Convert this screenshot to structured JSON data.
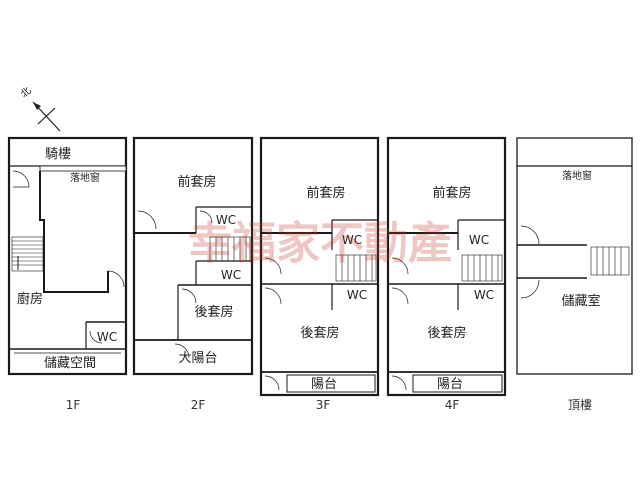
{
  "compass": {
    "label": "北",
    "icon": "north-arrow-icon"
  },
  "watermark": "幸福家不動產",
  "floors": {
    "f1": {
      "caption": "1F",
      "rooms": {
        "arcade": "騎樓",
        "french_window": "落地窗",
        "kitchen": "廚房",
        "wc": "WC",
        "storage": "儲藏空間"
      }
    },
    "f2": {
      "caption": "2F",
      "rooms": {
        "front_suite": "前套房",
        "wc_upper": "WC",
        "wc_lower": "WC",
        "rear_suite": "後套房",
        "big_balcony": "大陽台"
      }
    },
    "f3": {
      "caption": "3F",
      "rooms": {
        "front_suite": "前套房",
        "wc_upper": "WC",
        "wc_lower": "WC",
        "rear_suite": "後套房",
        "balcony": "陽台"
      }
    },
    "f4": {
      "caption": "4F",
      "rooms": {
        "front_suite": "前套房",
        "wc_upper": "WC",
        "wc_lower": "WC",
        "rear_suite": "後套房",
        "balcony": "陽台"
      }
    },
    "roof": {
      "caption": "頂樓",
      "rooms": {
        "french_window": "落地窗",
        "storeroom": "儲藏室"
      }
    }
  },
  "colors": {
    "wall": "#1a1a1a",
    "wall_light": "#555555",
    "watermark": "#c0392b"
  }
}
